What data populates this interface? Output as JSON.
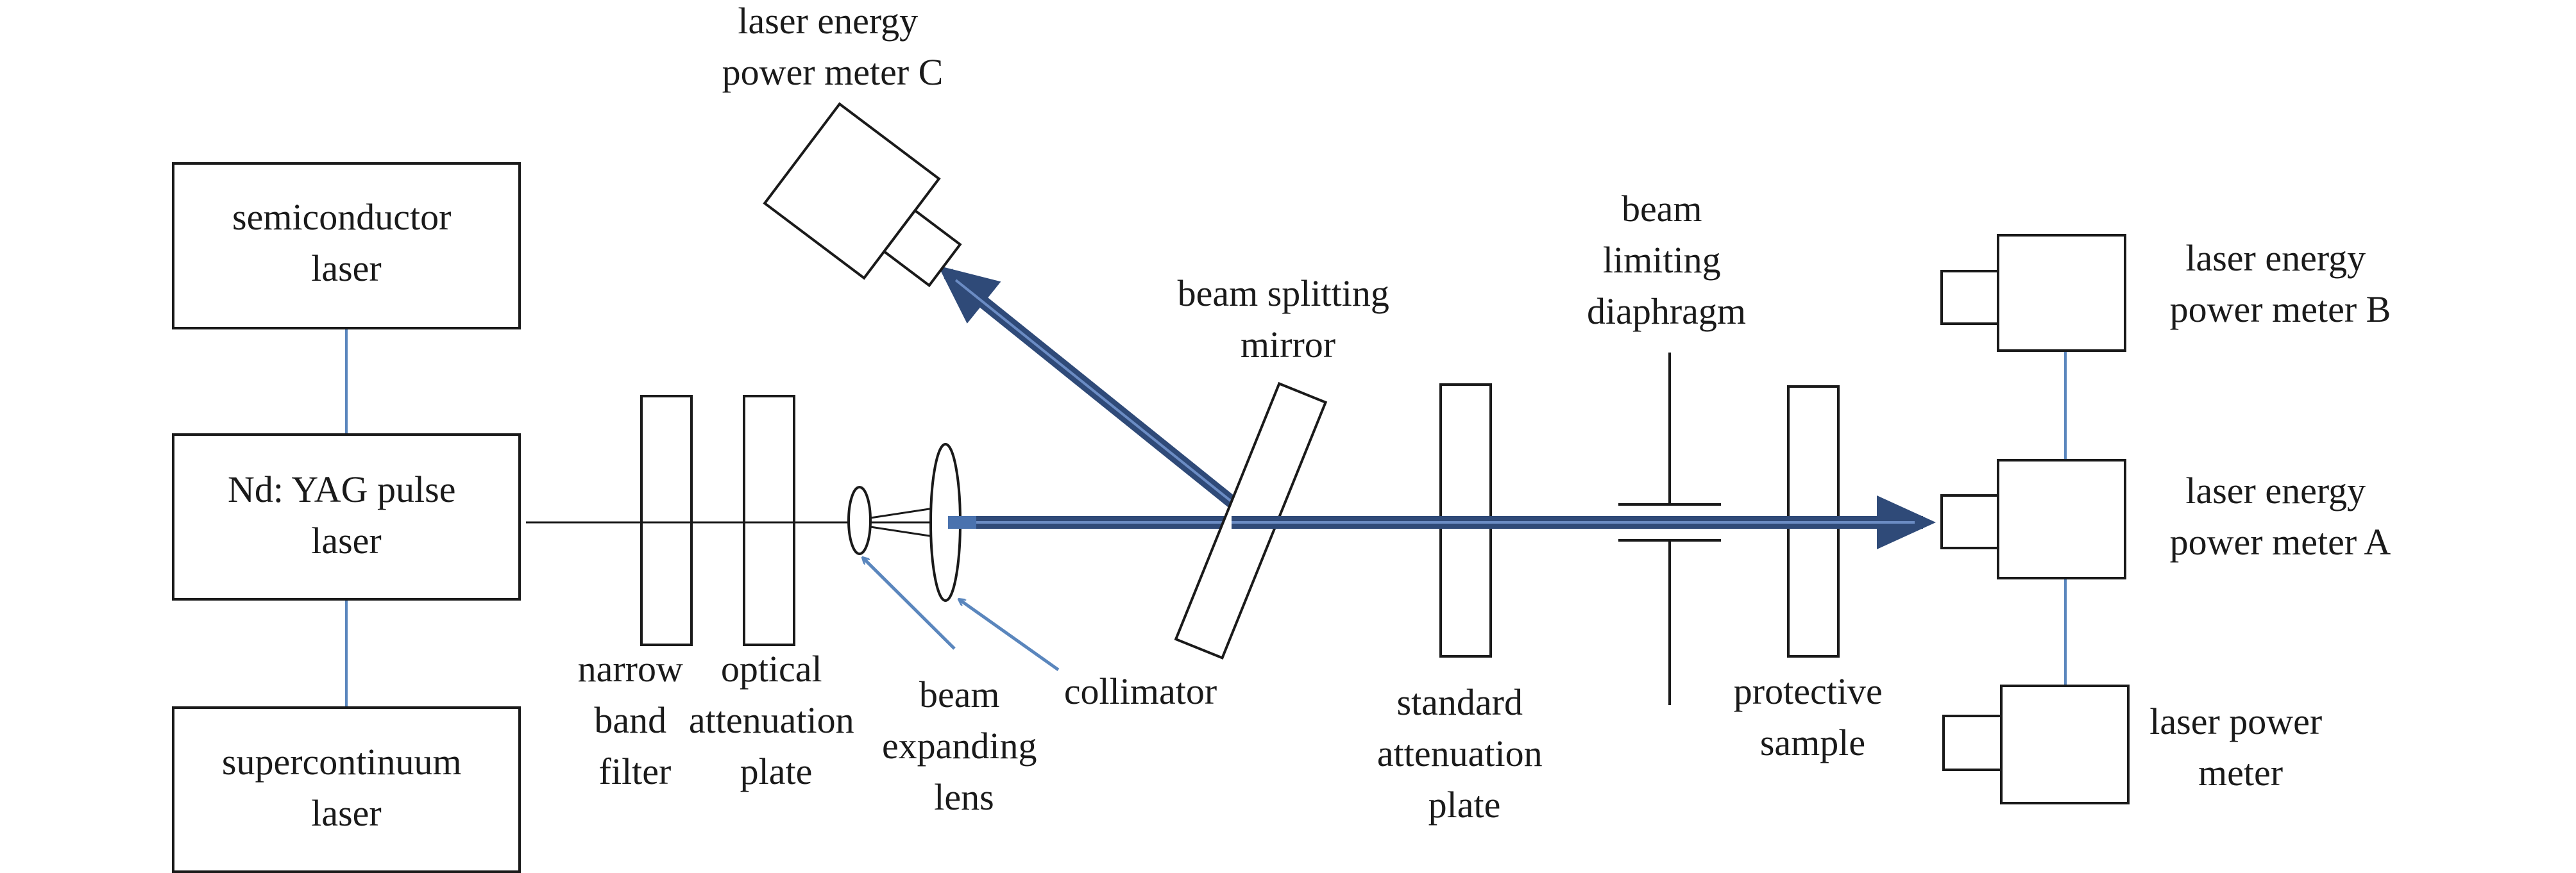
{
  "components": {
    "semiconductor_laser": [
      "semiconductor",
      "laser"
    ],
    "ndyag_laser": [
      "Nd: YAG pulse",
      "laser"
    ],
    "supercontinuum_laser": [
      "supercontinuum",
      "laser"
    ],
    "narrow_band_filter": [
      "narrow",
      "band",
      "filter"
    ],
    "optical_attenuation_plate": [
      "optical",
      "attenuation",
      "plate"
    ],
    "beam_expanding_lens": [
      "beam",
      "expanding",
      "lens"
    ],
    "collimator": [
      "collimator"
    ],
    "meter_c": [
      "laser energy",
      "power meter C"
    ],
    "beam_splitting_mirror": [
      "beam splitting",
      "mirror"
    ],
    "standard_attenuation_plate": [
      "standard",
      "attenuation",
      "plate"
    ],
    "beam_limiting_diaphragm": [
      "beam",
      "limiting",
      "diaphragm"
    ],
    "protective_sample": [
      "protective",
      "sample"
    ],
    "meter_b": [
      "laser energy",
      "power meter B"
    ],
    "meter_a": [
      "laser energy",
      "power meter A"
    ],
    "laser_power_meter": [
      "laser power",
      "meter"
    ]
  },
  "colors": {
    "line": "#1a1a1a",
    "beam": "#2f4a78",
    "beam_highlight": "#6b8cc4",
    "connector": "#5a86bd",
    "arrow": "#5a86bd"
  }
}
